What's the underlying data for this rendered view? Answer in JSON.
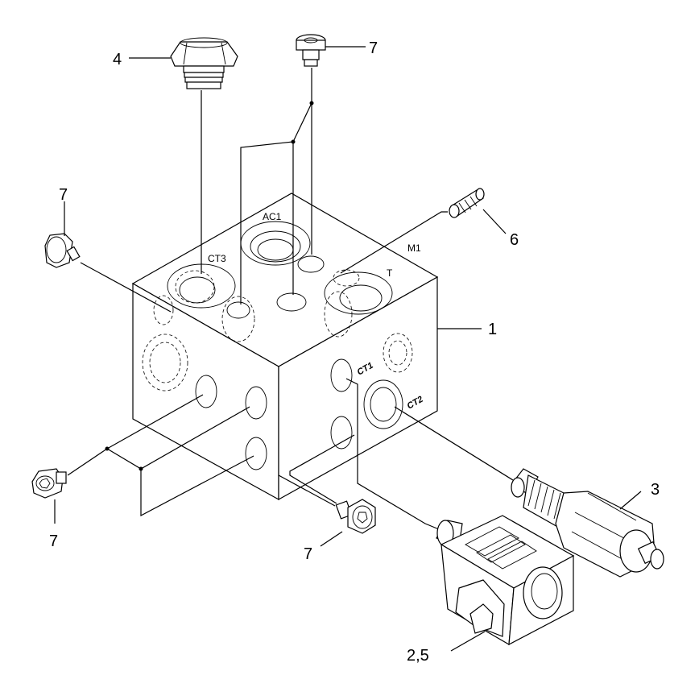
{
  "callouts": {
    "c1": "1",
    "c25": "2,5",
    "c3": "3",
    "c4": "4",
    "c6": "6",
    "c7a": "7",
    "c7b": "7",
    "c7c": "7",
    "c7d": "7"
  },
  "ports": {
    "ac1": "AC1",
    "ct3": "CT3",
    "m1": "M1",
    "t": "T",
    "ct1": "CT1",
    "ct2": "CT2"
  },
  "colors": {
    "line": "#000000",
    "background": "#ffffff"
  }
}
